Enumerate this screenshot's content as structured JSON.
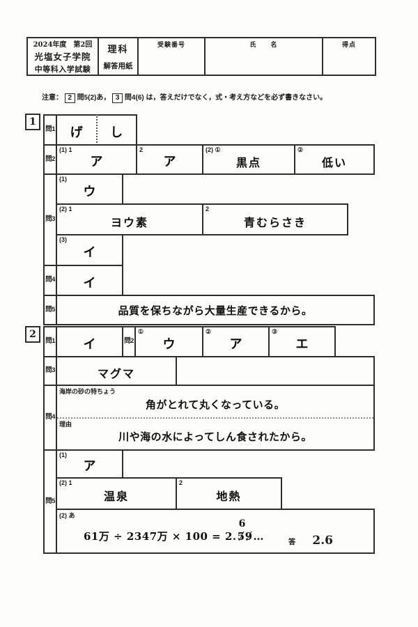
{
  "header": {
    "exam_year_line": "2024年度　第2回",
    "school_line": "光塩女子学院",
    "exam_line": "中等科入学試験",
    "subject": "理科",
    "sheet_type": "解答用紙",
    "exam_number_label": "受験番号",
    "name_label": "氏　　名",
    "score_label": "得点"
  },
  "notice": {
    "prefix": "注意：",
    "box1": "2",
    "text1": "問5(2)あ，",
    "box2": "3",
    "text2": "問4(6) は，答えだけでなく，式・考え方などを必ず書きなさい。"
  },
  "section1": {
    "number": "1",
    "q1_label": "問1",
    "q1_ans1": "げ",
    "q1_ans2": "し",
    "q2_label": "問2",
    "q2_sub1": "(1) 1",
    "q2_ans1": "ア",
    "q2_sub2": "2",
    "q2_ans2": "ア",
    "q2_sub3": "(2) ①",
    "q2_ans3": "黒点",
    "q2_sub4": "②",
    "q2_ans4": "低い",
    "q3_label": "問3",
    "q3_sub1": "(1)",
    "q3_ans1": "ウ",
    "q3_sub2": "(2) 1",
    "q3_ans2": "ヨウ素",
    "q3_sub3": "2",
    "q3_ans3": "青むらさき",
    "q3_sub4": "(3)",
    "q3_ans4": "イ",
    "q4_label": "問4",
    "q4_ans": "イ",
    "q5_label": "問5",
    "q5_ans": "品質を保ちながら大量生産できるから。"
  },
  "section2": {
    "number": "2",
    "q1_label": "問1",
    "q1_ans": "イ",
    "q2_label": "問2",
    "q2_sub1": "①",
    "q2_ans1": "ウ",
    "q2_sub2": "②",
    "q2_ans2": "ア",
    "q2_sub3": "③",
    "q2_ans3": "エ",
    "q3_label": "問3",
    "q3_ans": "マグマ",
    "q4_label": "問4",
    "q4_sub1": "海岸の砂の特ちょう",
    "q4_ans1": "角がとれて丸くなっている。",
    "q4_sub2": "理由",
    "q4_ans2": "川や海の水によってしん食されたから。",
    "q5_label": "問5",
    "q5_sub1": "(1)",
    "q5_ans1": "ア",
    "q5_sub2": "(2) 1",
    "q5_ans2": "温泉",
    "q5_sub3": "2",
    "q5_ans3": "地熱",
    "q5_sub4": "(2) あ",
    "formula_prefix": "61万 ÷ 2347万 × 100 = 2.",
    "struck_digit1": "5",
    "struck_digit2": "9",
    "correction": "6",
    "dots": "…",
    "answer_label": "答",
    "final_answer": "2.6"
  }
}
